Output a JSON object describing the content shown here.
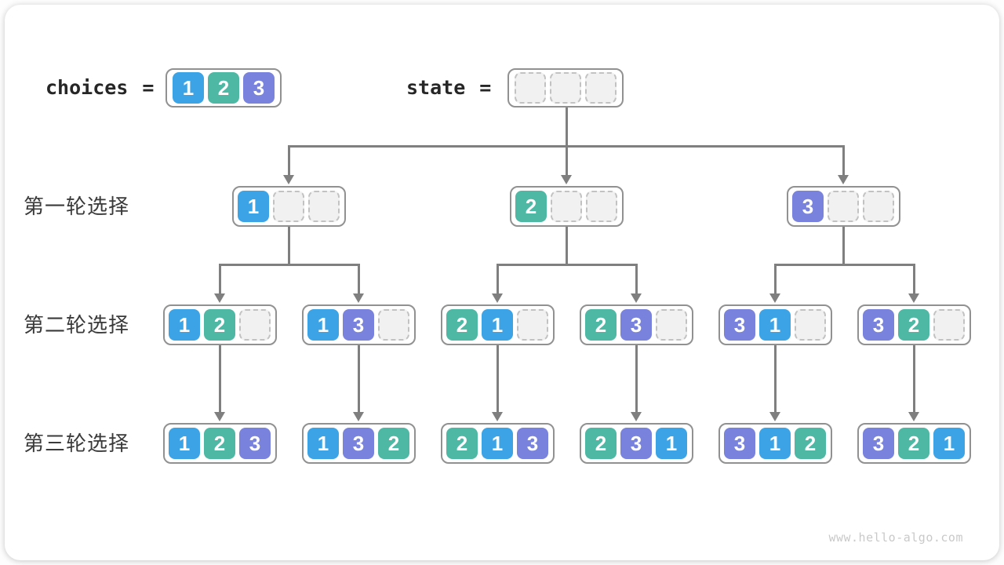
{
  "page": {
    "watermark": "www.hello-algo.com"
  },
  "colors": {
    "1": "#3ca4e6",
    "2": "#4eb8a5",
    "3": "#7982dc",
    "arrow": "#7f7f7f",
    "box_border": "#919191",
    "empty_fill": "#f1f1f1",
    "empty_border": "#c2c2c2"
  },
  "header": {
    "choices": {
      "label": "choices",
      "equals": "=",
      "cells": [
        1,
        2,
        3
      ]
    },
    "state": {
      "label": "state",
      "equals": "=",
      "cells": [
        null,
        null,
        null
      ]
    }
  },
  "rows": [
    {
      "label": "第一轮选择",
      "nodes": [
        {
          "cells": [
            1,
            null,
            null
          ]
        },
        {
          "cells": [
            2,
            null,
            null
          ]
        },
        {
          "cells": [
            3,
            null,
            null
          ]
        }
      ]
    },
    {
      "label": "第二轮选择",
      "nodes": [
        {
          "cells": [
            1,
            2,
            null
          ]
        },
        {
          "cells": [
            1,
            3,
            null
          ]
        },
        {
          "cells": [
            2,
            1,
            null
          ]
        },
        {
          "cells": [
            2,
            3,
            null
          ]
        },
        {
          "cells": [
            3,
            1,
            null
          ]
        },
        {
          "cells": [
            3,
            2,
            null
          ]
        }
      ]
    },
    {
      "label": "第三轮选择",
      "nodes": [
        {
          "cells": [
            1,
            2,
            3
          ]
        },
        {
          "cells": [
            1,
            3,
            2
          ]
        },
        {
          "cells": [
            2,
            1,
            3
          ]
        },
        {
          "cells": [
            2,
            3,
            1
          ]
        },
        {
          "cells": [
            3,
            1,
            2
          ]
        },
        {
          "cells": [
            3,
            2,
            1
          ]
        }
      ]
    }
  ]
}
